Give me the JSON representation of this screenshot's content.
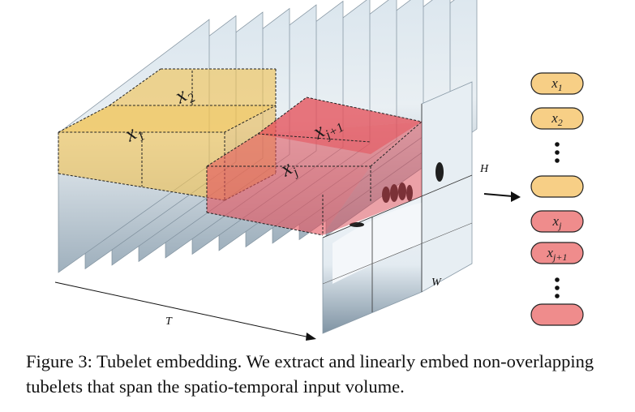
{
  "figure": {
    "axes": {
      "t_label": "T",
      "h_label": "H",
      "w_label": "W"
    },
    "tubelet_labels": {
      "x1": "x",
      "x1_sub": "1",
      "x2": "x",
      "x2_sub": "2",
      "xj": "x",
      "xj_sub": "j",
      "xj1": "x",
      "xj1_sub": "j+1"
    },
    "tokens": [
      {
        "label": "x",
        "sub": "1",
        "color": "#f7cf86"
      },
      {
        "label": "x",
        "sub": "2",
        "color": "#f7cf86"
      },
      {
        "label": "",
        "sub": "",
        "color": "#f7cf86"
      },
      {
        "label": "x",
        "sub": "j",
        "color": "#ef8c8c"
      },
      {
        "label": "x",
        "sub": "j+1",
        "color": "#ef8c8c"
      },
      {
        "label": "",
        "sub": "",
        "color": "#ef8c8c"
      }
    ],
    "colors": {
      "yellow": "#f2c14e",
      "red": "#e5505a",
      "frame": "#c8d7e2"
    }
  },
  "caption": "Figure 3: Tubelet embedding. We extract and linearly embed non-overlapping tubelets that span the spatio-temporal input volume."
}
